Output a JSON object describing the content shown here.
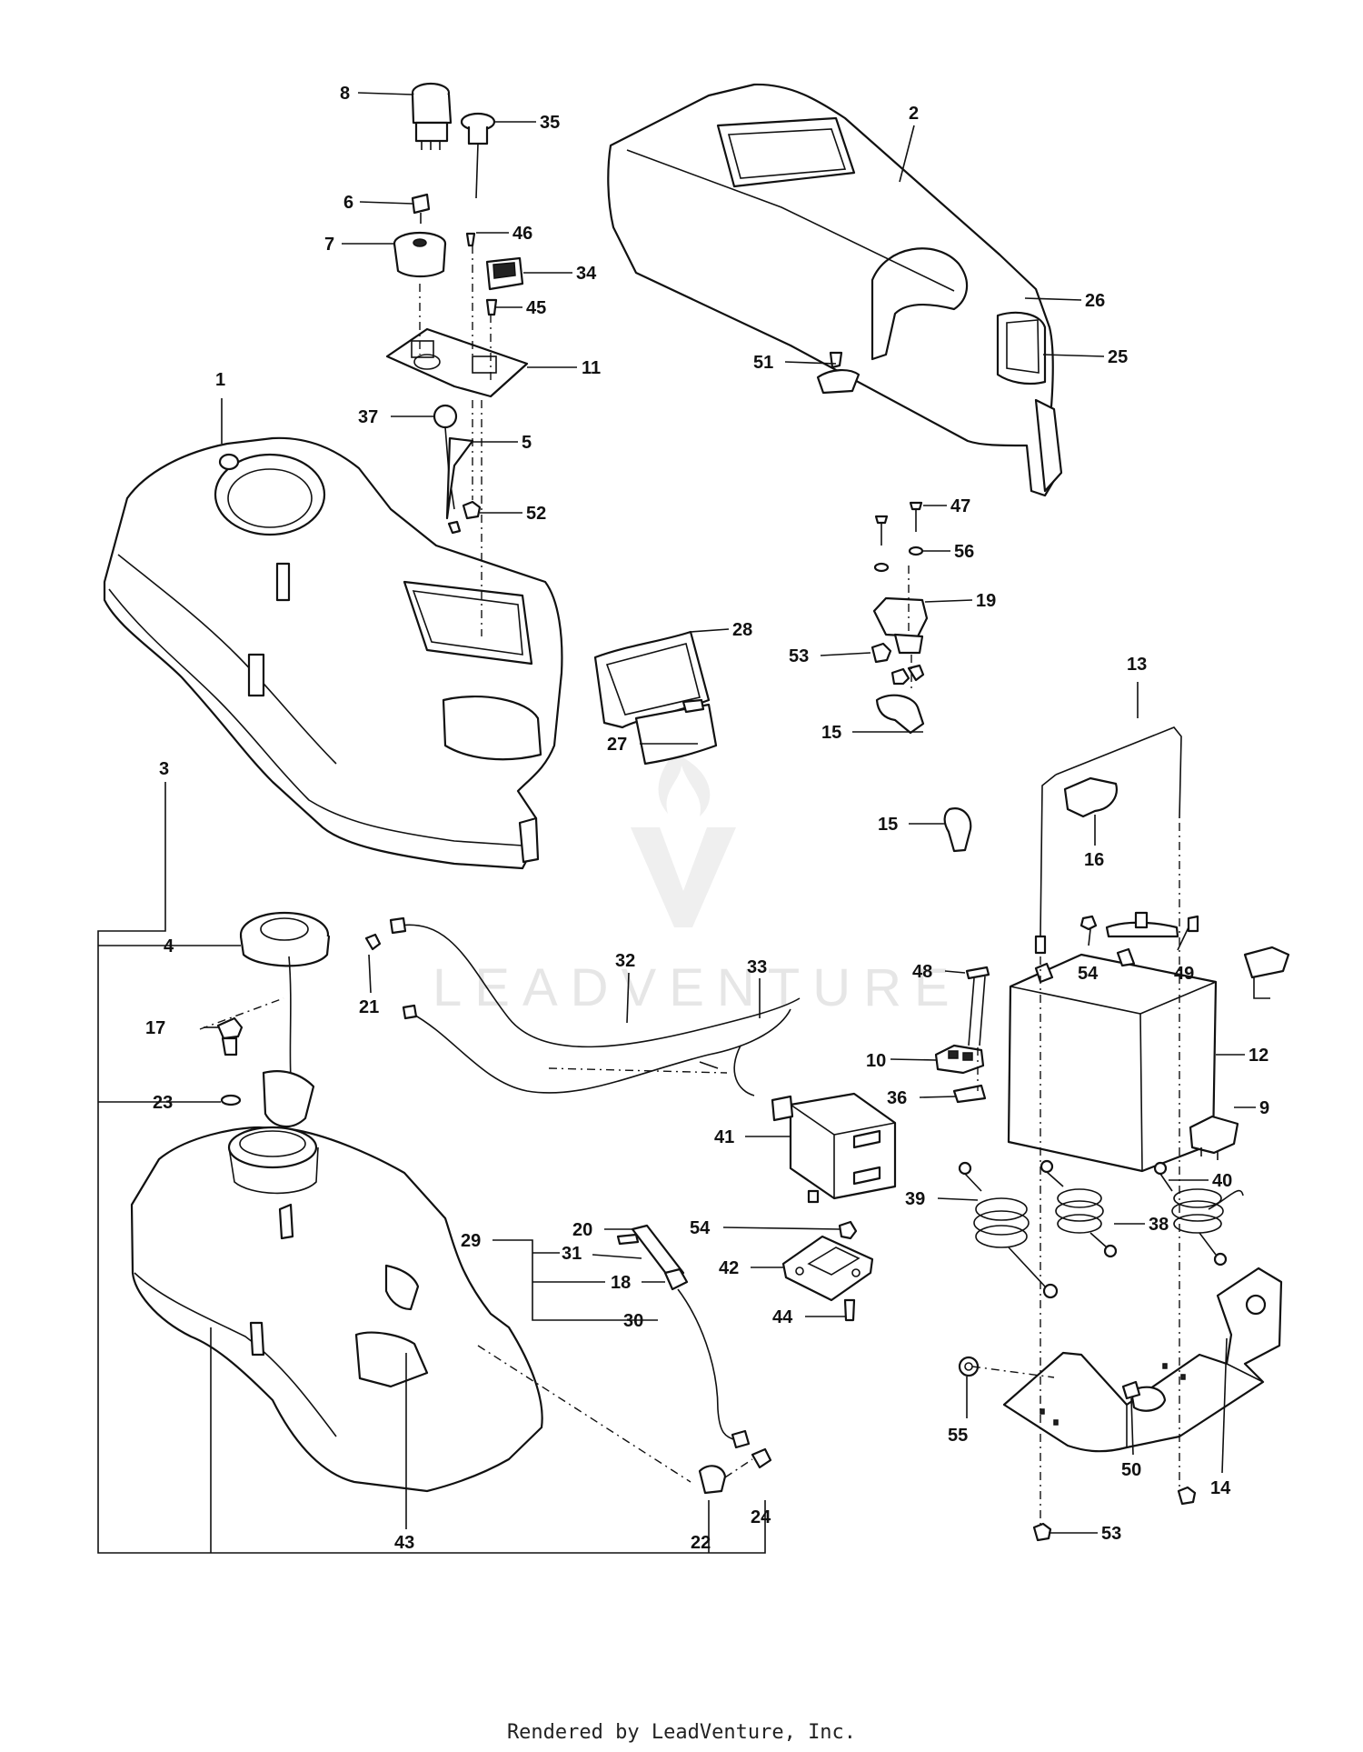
{
  "watermark": {
    "brand": "LEADVENTURE",
    "logo_icon": "flame-chevron-icon"
  },
  "footer": {
    "text": "Rendered by LeadVenture, Inc."
  },
  "callouts": [
    {
      "id": "c-8",
      "label": "8"
    },
    {
      "id": "c-35",
      "label": "35"
    },
    {
      "id": "c-6",
      "label": "6"
    },
    {
      "id": "c-46",
      "label": "46"
    },
    {
      "id": "c-7",
      "label": "7"
    },
    {
      "id": "c-34",
      "label": "34"
    },
    {
      "id": "c-45",
      "label": "45"
    },
    {
      "id": "c-11",
      "label": "11"
    },
    {
      "id": "c-37",
      "label": "37"
    },
    {
      "id": "c-5",
      "label": "5"
    },
    {
      "id": "c-52",
      "label": "52"
    },
    {
      "id": "c-1",
      "label": "1"
    },
    {
      "id": "c-2",
      "label": "2"
    },
    {
      "id": "c-26",
      "label": "26"
    },
    {
      "id": "c-25",
      "label": "25"
    },
    {
      "id": "c-51",
      "label": "51"
    },
    {
      "id": "c-47",
      "label": "47"
    },
    {
      "id": "c-56",
      "label": "56"
    },
    {
      "id": "c-19",
      "label": "19"
    },
    {
      "id": "c-28",
      "label": "28"
    },
    {
      "id": "c-53a",
      "label": "53"
    },
    {
      "id": "c-27",
      "label": "27"
    },
    {
      "id": "c-15a",
      "label": "15"
    },
    {
      "id": "c-13",
      "label": "13"
    },
    {
      "id": "c-15b",
      "label": "15"
    },
    {
      "id": "c-16",
      "label": "16"
    },
    {
      "id": "c-3",
      "label": "3"
    },
    {
      "id": "c-4",
      "label": "4"
    },
    {
      "id": "c-21",
      "label": "21"
    },
    {
      "id": "c-32",
      "label": "32"
    },
    {
      "id": "c-33",
      "label": "33"
    },
    {
      "id": "c-17",
      "label": "17"
    },
    {
      "id": "c-23",
      "label": "23"
    },
    {
      "id": "c-54a",
      "label": "54"
    },
    {
      "id": "c-49",
      "label": "49"
    },
    {
      "id": "c-48",
      "label": "48"
    },
    {
      "id": "c-10",
      "label": "10"
    },
    {
      "id": "c-12",
      "label": "12"
    },
    {
      "id": "c-36",
      "label": "36"
    },
    {
      "id": "c-9",
      "label": "9"
    },
    {
      "id": "c-41",
      "label": "41"
    },
    {
      "id": "c-40",
      "label": "40"
    },
    {
      "id": "c-39",
      "label": "39"
    },
    {
      "id": "c-38",
      "label": "38"
    },
    {
      "id": "c-20",
      "label": "20"
    },
    {
      "id": "c-54b",
      "label": "54"
    },
    {
      "id": "c-29",
      "label": "29"
    },
    {
      "id": "c-31",
      "label": "31"
    },
    {
      "id": "c-42",
      "label": "42"
    },
    {
      "id": "c-18",
      "label": "18"
    },
    {
      "id": "c-44",
      "label": "44"
    },
    {
      "id": "c-30",
      "label": "30"
    },
    {
      "id": "c-55",
      "label": "55"
    },
    {
      "id": "c-50",
      "label": "50"
    },
    {
      "id": "c-14",
      "label": "14"
    },
    {
      "id": "c-43",
      "label": "43"
    },
    {
      "id": "c-22",
      "label": "22"
    },
    {
      "id": "c-24",
      "label": "24"
    },
    {
      "id": "c-53b",
      "label": "53"
    }
  ]
}
